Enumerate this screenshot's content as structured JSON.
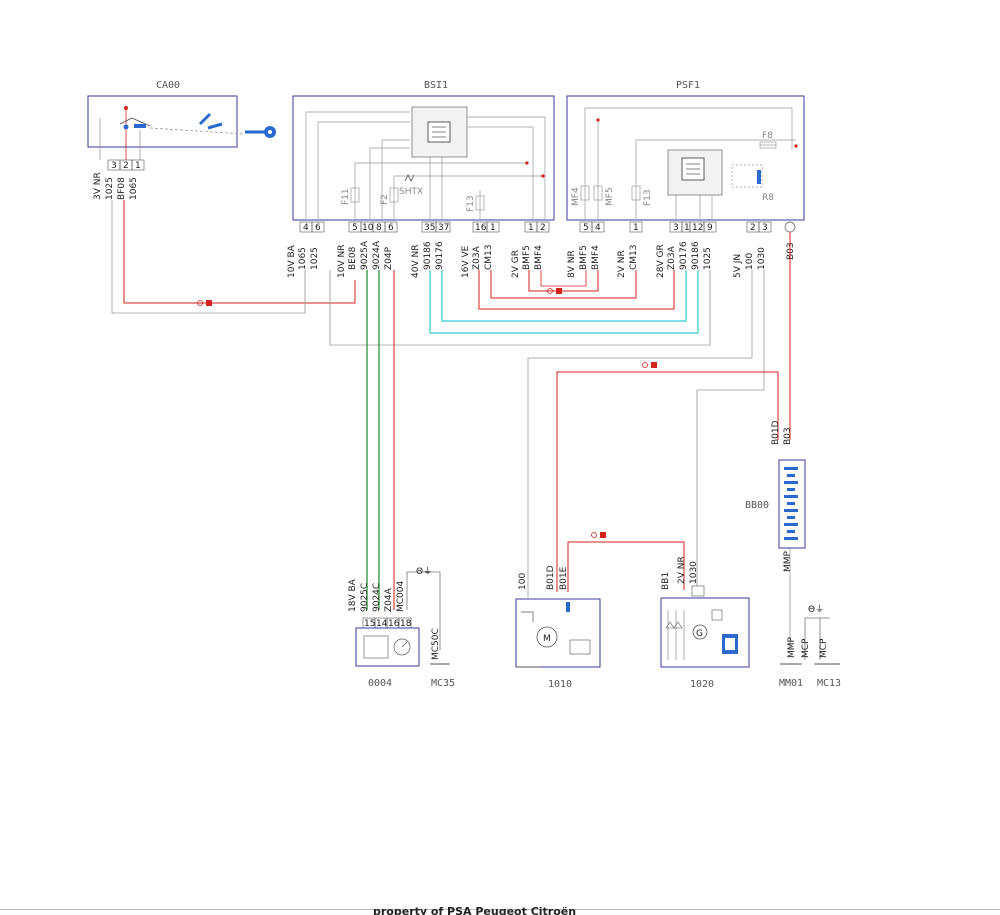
{
  "components": {
    "ca00": "CA00",
    "bsi1": "BSI1",
    "psf1": "PSF1",
    "c0004": "0004",
    "mc35": "MC35",
    "m1010": "1010",
    "m1020": "1020",
    "mm01": "MM01",
    "mc13": "MC13",
    "bb00": "BB00"
  },
  "ca00": {
    "pins": [
      "3",
      "2",
      "1"
    ],
    "wire_block": [
      "3V NR",
      "1025",
      "BF08",
      "1065"
    ]
  },
  "bsi1": {
    "fuses": [
      "F11",
      "F2",
      "SHTX",
      "F13"
    ],
    "pins": [
      "4",
      "6",
      "5",
      "10",
      "8",
      "6",
      "35",
      "37",
      "16",
      "1",
      "1",
      "2"
    ],
    "groups": [
      [
        "10V BA",
        "1065",
        "1025"
      ],
      [
        "10V NR",
        "BE08",
        "9025A",
        "9024A",
        "Z04P"
      ],
      [
        "40V NR",
        "90186",
        "90176"
      ],
      [
        "16V VE",
        "Z03A",
        "CM13"
      ],
      [
        "2V GR",
        "BMF5",
        "BMF4"
      ]
    ]
  },
  "psf1": {
    "fuses": [
      "MF4",
      "MF5",
      "F13",
      "F8",
      "R8"
    ],
    "pins": [
      "5",
      "4",
      "1",
      "3",
      "1",
      "12",
      "9",
      "2",
      "3"
    ],
    "groups": [
      [
        "8V NR",
        "BMF5",
        "BMF4"
      ],
      [
        "2V NR",
        "CM13"
      ],
      [
        "28V GR",
        "Z03A",
        "90176",
        "90186",
        "1025"
      ],
      [
        "5V JN",
        "100",
        "1030"
      ],
      [
        "B03"
      ]
    ]
  },
  "c0004": {
    "pins": [
      "15",
      "14",
      "16",
      "18"
    ],
    "wire_block": [
      "18V BA",
      "9025C",
      "9024C",
      "Z04A",
      "MC004"
    ],
    "ground_label": "MC50C"
  },
  "m1010": {
    "wires": [
      "100",
      "B01D",
      "B01E"
    ]
  },
  "m1020": {
    "wires": [
      "BB1",
      "2V NR",
      "1030"
    ]
  },
  "bb00": {
    "wires_top": [
      "B01D",
      "B03"
    ],
    "wire_bottom": "MMP"
  },
  "ground": {
    "mm01_wire": "MMP",
    "mc13_wire": "MCP",
    "mc35_symbol": "Θ⏚",
    "mc13_symbol": "Θ⏚"
  },
  "footer": {
    "text": "property of PSA Peugeot Citroën"
  },
  "colors": {
    "red": "#d4231c",
    "green": "#1a8a2a",
    "cyan": "#33c9d6",
    "grey": "#9a9a9a",
    "box": "#3a3aa0",
    "blue_device": "#2a6ad0"
  }
}
